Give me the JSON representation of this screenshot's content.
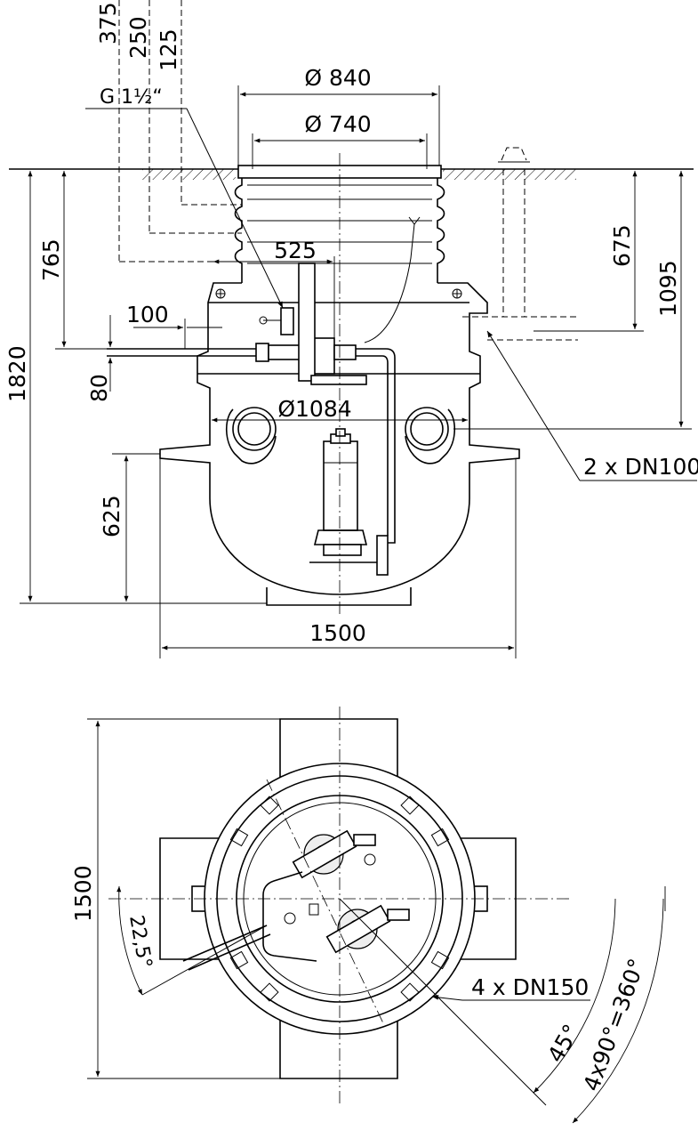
{
  "side_view": {
    "dims": {
      "d375": "375",
      "d250": "250",
      "d125": "125",
      "thread": "G 1½“",
      "d840": "Ø 840",
      "d740": "Ø 740",
      "d525": "525",
      "d765": "765",
      "d100": "100",
      "d80": "80",
      "d1820": "1820",
      "d1084": "Ø1084",
      "d625": "625",
      "d1500": "1500",
      "d675": "675",
      "d1095": "1095",
      "inlet": "2 x DN100"
    }
  },
  "plan_view": {
    "dims": {
      "d1500": "1500",
      "angle": "22,5°",
      "outlets": "4 x DN150",
      "deg45": "45°",
      "full": "4x90°=360°"
    }
  }
}
